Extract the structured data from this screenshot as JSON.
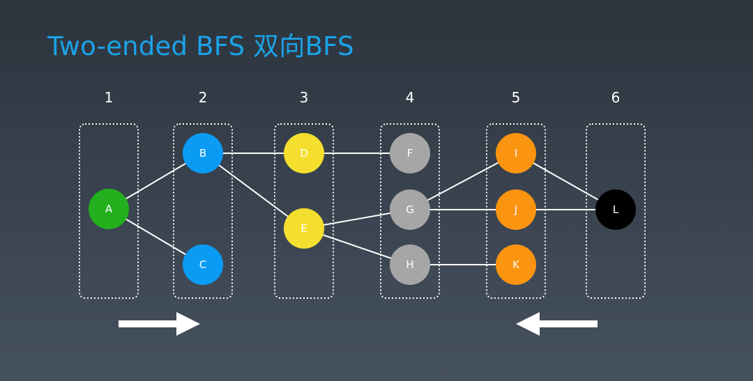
{
  "title": "Two-ended BFS 双向BFS",
  "columns": [
    "1",
    "2",
    "3",
    "4",
    "5",
    "6"
  ],
  "nodes": [
    {
      "id": "A",
      "label": "A",
      "column": 1,
      "color": "#22b01e"
    },
    {
      "id": "B",
      "label": "B",
      "column": 2,
      "color": "#0a9cf5"
    },
    {
      "id": "C",
      "label": "C",
      "column": 2,
      "color": "#0a9cf5"
    },
    {
      "id": "D",
      "label": "D",
      "column": 3,
      "color": "#f5df2e"
    },
    {
      "id": "E",
      "label": "E",
      "column": 3,
      "color": "#f5df2e"
    },
    {
      "id": "F",
      "label": "F",
      "column": 4,
      "color": "#a6a6a6"
    },
    {
      "id": "G",
      "label": "G",
      "column": 4,
      "color": "#a6a6a6"
    },
    {
      "id": "H",
      "label": "H",
      "column": 4,
      "color": "#a6a6a6"
    },
    {
      "id": "I",
      "label": "I",
      "column": 5,
      "color": "#fb9410"
    },
    {
      "id": "J",
      "label": "J",
      "column": 5,
      "color": "#fb9410"
    },
    {
      "id": "K",
      "label": "K",
      "column": 5,
      "color": "#fb9410"
    },
    {
      "id": "L",
      "label": "L",
      "column": 6,
      "color": "#000000"
    }
  ],
  "edges": [
    [
      "A",
      "B"
    ],
    [
      "A",
      "C"
    ],
    [
      "B",
      "D"
    ],
    [
      "B",
      "E"
    ],
    [
      "D",
      "F"
    ],
    [
      "E",
      "G"
    ],
    [
      "E",
      "H"
    ],
    [
      "G",
      "I"
    ],
    [
      "G",
      "J"
    ],
    [
      "H",
      "K"
    ],
    [
      "I",
      "L"
    ],
    [
      "J",
      "L"
    ]
  ],
  "arrows": [
    {
      "id": "forward",
      "direction": "right"
    },
    {
      "id": "backward",
      "direction": "left"
    }
  ]
}
